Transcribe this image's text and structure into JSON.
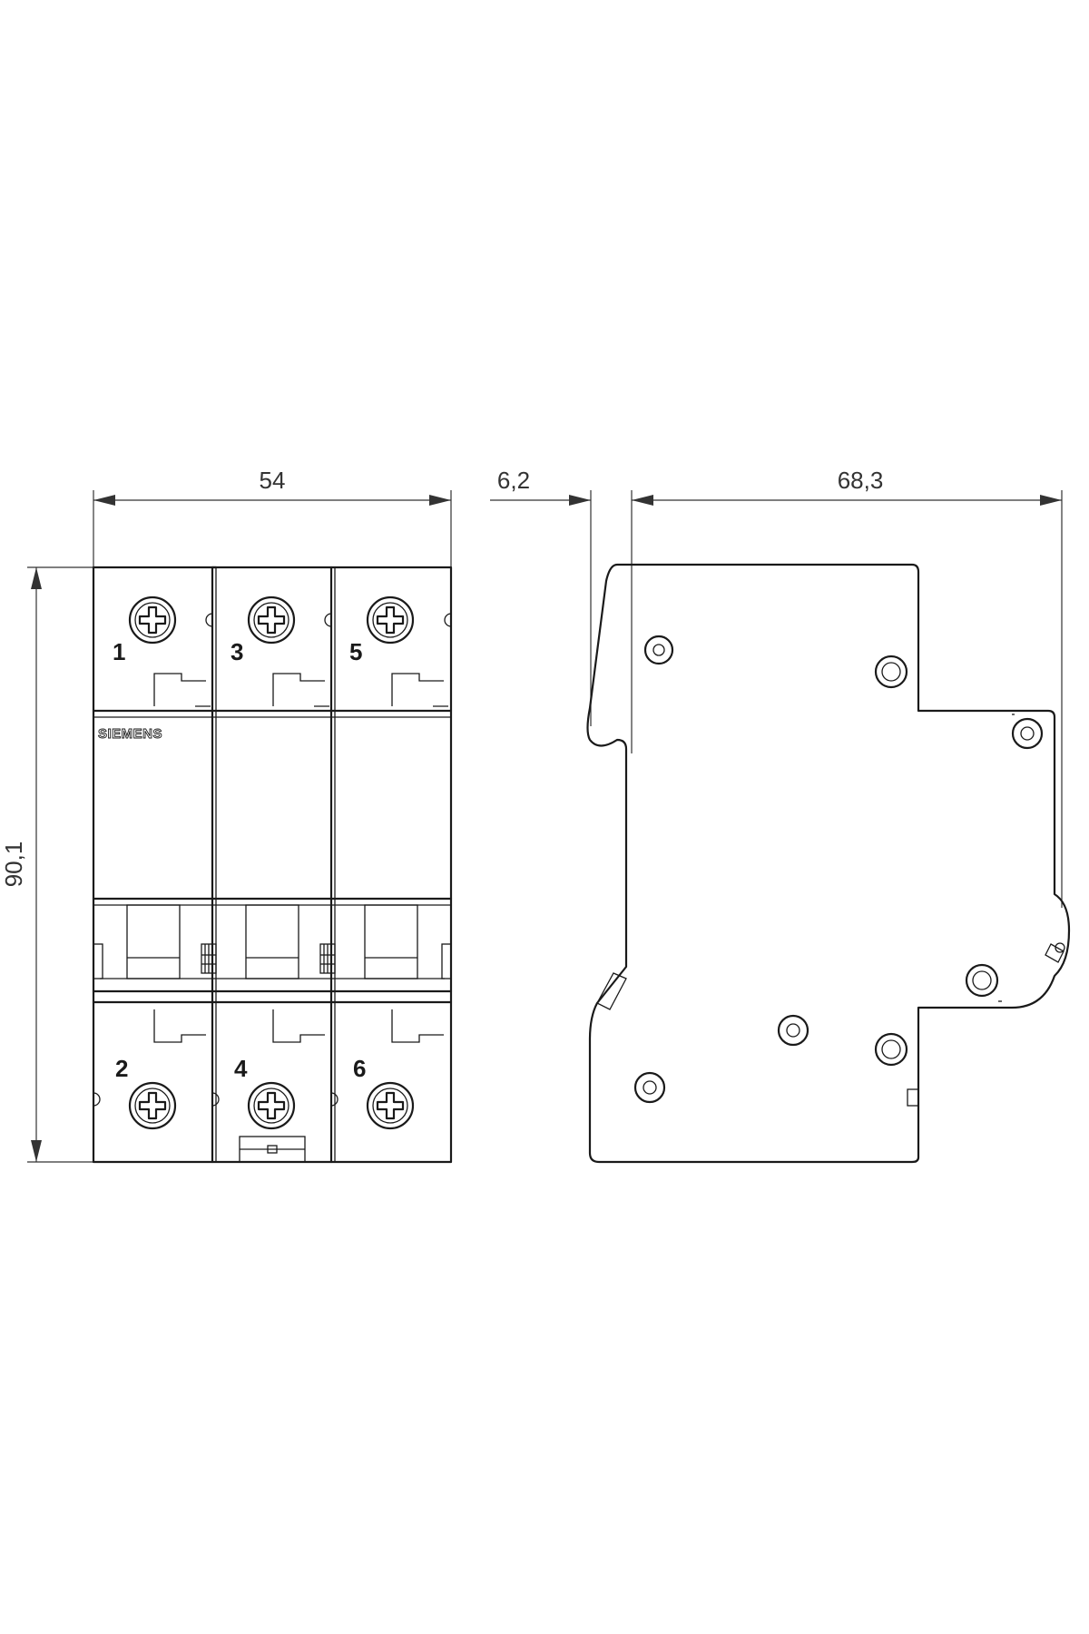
{
  "dimensions": {
    "width_front": "54",
    "offset_side": "6,2",
    "depth_side": "68,3",
    "height": "90,1"
  },
  "brand_label": "SIEMENS",
  "terminals": {
    "top": [
      "1",
      "3",
      "5"
    ],
    "bottom": [
      "2",
      "4",
      "6"
    ]
  },
  "icons": {
    "terminal_screw": "screw-icon",
    "mounting_rivet": "rivet-icon"
  }
}
